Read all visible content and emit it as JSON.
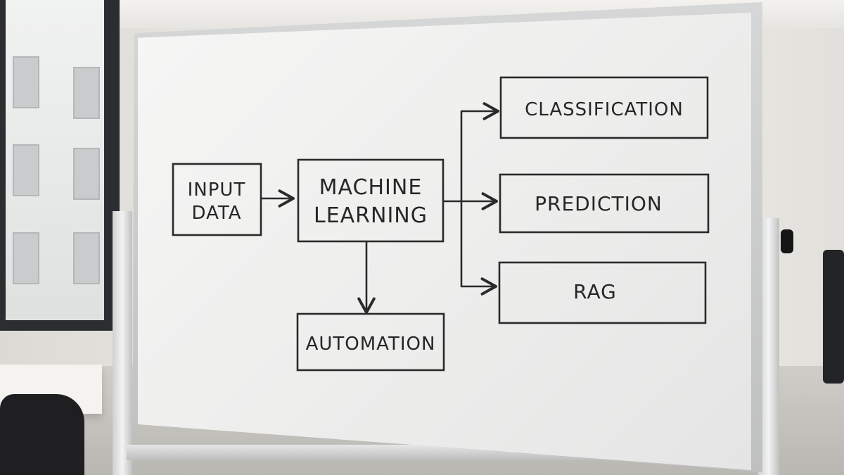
{
  "diagram": {
    "nodes": {
      "input_data": [
        "INPUT",
        "DATA"
      ],
      "machine_learning": [
        "MACHINE",
        "LEARNING"
      ],
      "automation": "AUTOMATION",
      "classification": "CLASSIFICATION",
      "prediction": "PREDICTION",
      "rag": "RAG"
    },
    "edges": [
      {
        "from": "input_data",
        "to": "machine_learning"
      },
      {
        "from": "machine_learning",
        "to": "classification"
      },
      {
        "from": "machine_learning",
        "to": "prediction"
      },
      {
        "from": "machine_learning",
        "to": "rag"
      },
      {
        "from": "machine_learning",
        "to": "automation"
      }
    ]
  },
  "colors": {
    "ink": "#2a2a2a",
    "board": "#f1f1f0"
  }
}
